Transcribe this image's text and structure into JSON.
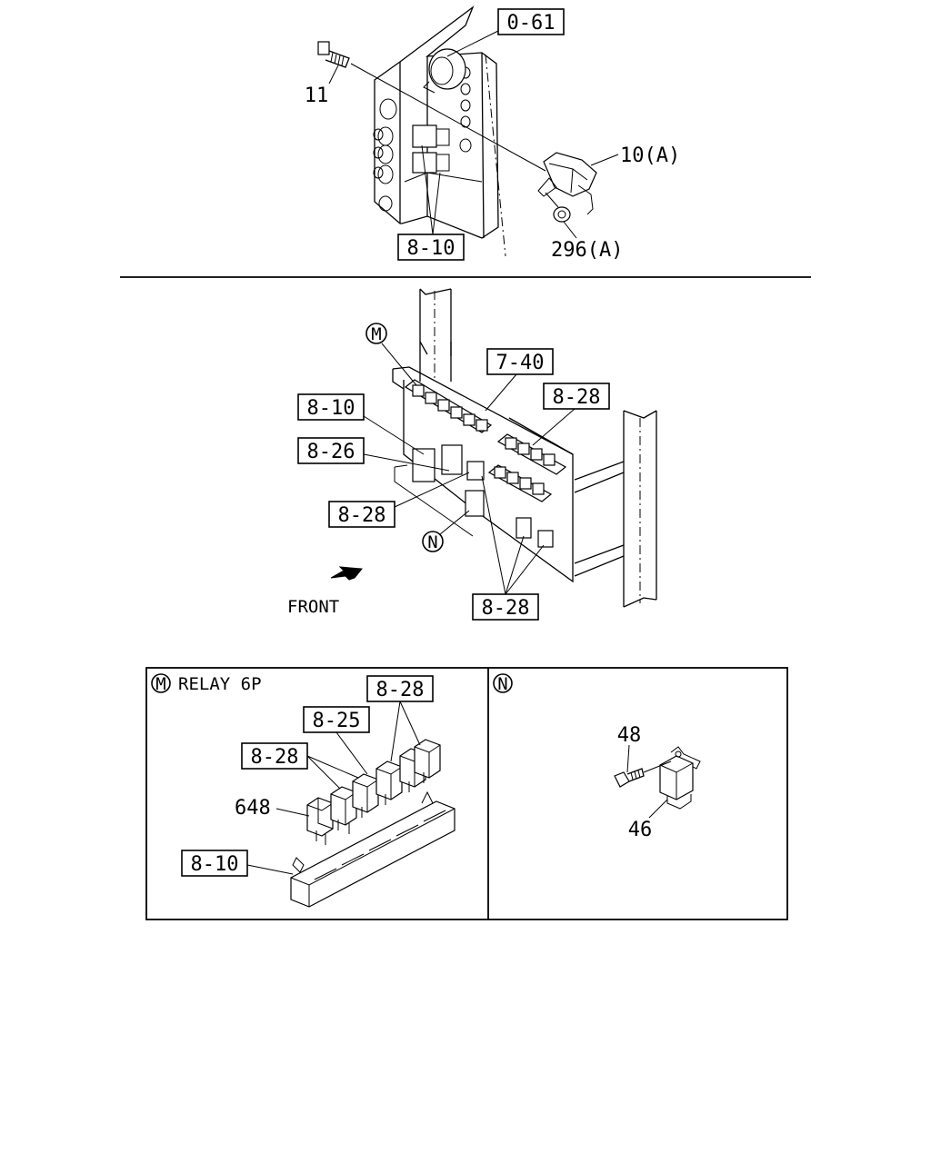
{
  "top_section": {
    "callouts": {
      "ref_0_61": "0-61",
      "ref_8_10": "8-10",
      "part_11": "11",
      "part_10a": "10(A)",
      "part_296a": "296(A)"
    }
  },
  "middle_section": {
    "callouts": {
      "detail_m": "M",
      "detail_n": "N",
      "ref_7_40": "7-40",
      "ref_8_28_upper": "8-28",
      "ref_8_10": "8-10",
      "ref_8_26": "8-26",
      "ref_8_28_left": "8-28",
      "ref_8_28_bottom": "8-28"
    },
    "front_label": "FRONT"
  },
  "detail_m": {
    "marker": "M",
    "title": "RELAY 6P",
    "callouts": {
      "ref_8_28_top": "8-28",
      "ref_8_25": "8-25",
      "ref_8_28_left": "8-28",
      "part_648": "648",
      "ref_8_10": "8-10"
    }
  },
  "detail_n": {
    "marker": "N",
    "callouts": {
      "part_48": "48",
      "part_46": "46"
    }
  }
}
